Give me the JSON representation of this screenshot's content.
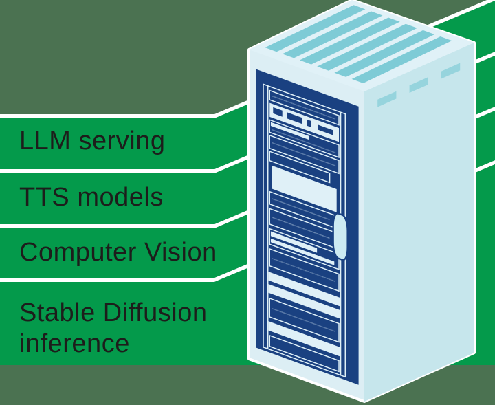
{
  "illustration": {
    "name": "isometric-server-rack",
    "description": "Light blue isometric server cabinet with navy rack equipment panel, top vent slats and side vent slits, standing over green chevron stripes"
  },
  "bands": {
    "items": [
      {
        "label": "LLM serving"
      },
      {
        "label": "TTS models"
      },
      {
        "label": "Computer Vision"
      },
      {
        "label": "Stable Diffusion inference"
      }
    ]
  },
  "colors": {
    "band_green": "#049a4b",
    "backdrop_green": "#4b7251",
    "stripe_white": "#ffffff",
    "text_color": "#1d1d1b",
    "server_face": "#dceef4",
    "server_top": "#e0f1f7",
    "server_side": "#c6e6ec",
    "vent_teal": "#7ecbd6",
    "slit_teal": "#96d4dd",
    "panel_navy": "#1a4181",
    "art_light": "#dff0f7",
    "handle_blue": "#cdeaf2"
  }
}
